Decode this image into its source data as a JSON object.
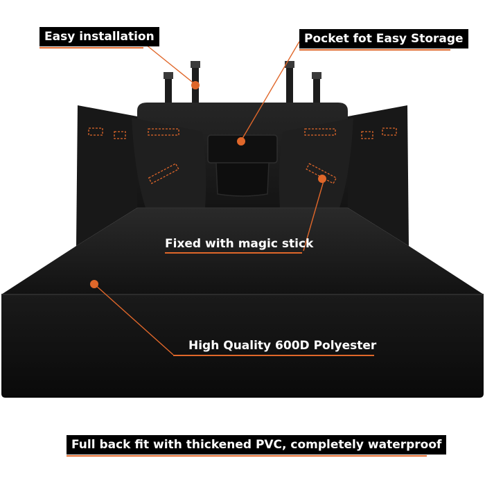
{
  "callouts": {
    "easy_installation": "Easy installation",
    "pocket": "Pocket fot Easy Storage",
    "magic_stick": "Fixed with magic stick",
    "polyester": "High Quality 600D Polyester",
    "waterproof": "Full back fit with thickened PVC, completely waterproof"
  },
  "colors": {
    "accent": "#e0672a",
    "product": "#141414"
  }
}
